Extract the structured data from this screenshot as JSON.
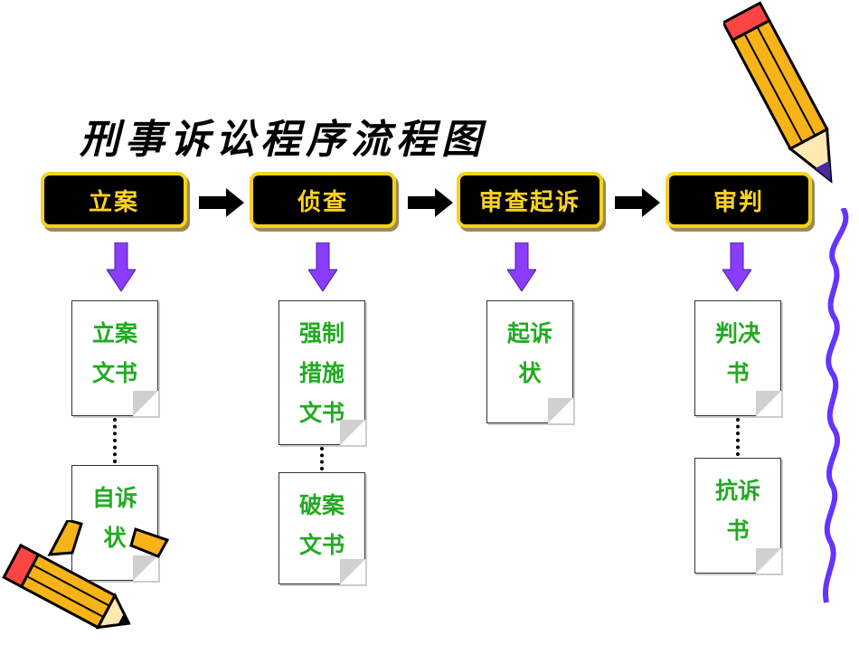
{
  "title": "刑事诉讼程序流程图",
  "stages": [
    "立案",
    "侦查",
    "审查起诉",
    "审判"
  ],
  "documents": {
    "lian": "立案文书",
    "zishu": "自诉状",
    "qiangzhi": "强制措施文书",
    "poan": "破案文书",
    "qisu": "起诉状",
    "panjue": "判决书",
    "kangsu": "抗诉书"
  },
  "colors": {
    "stage_bg": "#000000",
    "stage_text": "#ffd321",
    "stage_border": "#f3d21a",
    "doc_text": "#22aa22",
    "down_arrow": "#8a3dff",
    "wave": "#6633ff"
  }
}
